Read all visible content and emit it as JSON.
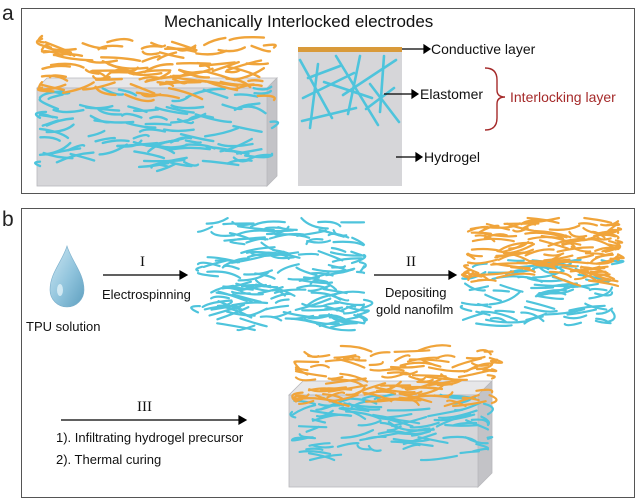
{
  "panel_a": {
    "letter": "a",
    "title": "Mechanically Interlocked electrodes",
    "labels": {
      "conductive": "Conductive layer",
      "elastomer": "Elastomer",
      "hydrogel": "Hydrogel",
      "interlocking": "Interlocking layer"
    }
  },
  "panel_b": {
    "letter": "b",
    "tpu": "TPU solution",
    "step1": {
      "numeral": "I",
      "label": "Electrospinning"
    },
    "step2": {
      "numeral": "II",
      "label_line1": "Depositing",
      "label_line2": "gold nanofilm"
    },
    "step3": {
      "numeral": "III",
      "line1": "1). Infiltrating hydrogel precursor",
      "line2": "2). Thermal curing"
    }
  },
  "colors": {
    "fiber_blue": "#4ec4dc",
    "fiber_orange": "#f0a43a",
    "gold_layer": "#d99a3a",
    "gel_gray": "#d5d5d7",
    "interlocking_red": "#a52a2a",
    "drop_blue": "#8fc3dc"
  }
}
